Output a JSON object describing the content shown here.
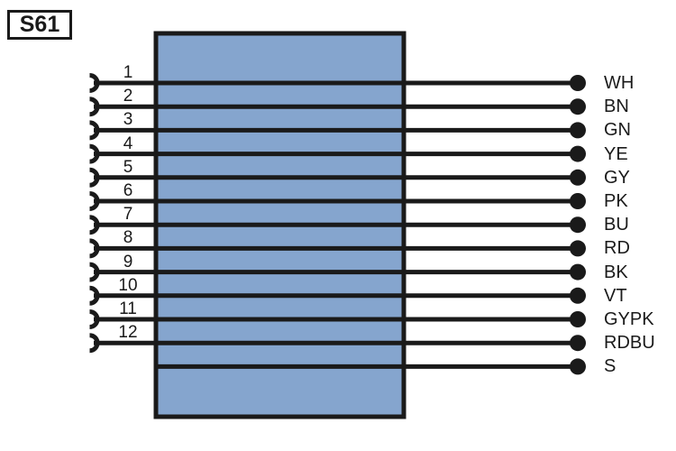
{
  "diagram": {
    "type": "connector-pinout",
    "designator": {
      "label": "S61"
    },
    "connector_body": {
      "fill_color": "#85a5ce",
      "stroke_color": "#1a1a1a"
    },
    "colors": {
      "body_fill": "#85a5ce",
      "line": "#1a1a1a",
      "background": "#ffffff"
    },
    "pins": [
      {
        "number": "1",
        "wire": "WH"
      },
      {
        "number": "2",
        "wire": "BN"
      },
      {
        "number": "3",
        "wire": "GN"
      },
      {
        "number": "4",
        "wire": "YE"
      },
      {
        "number": "5",
        "wire": "GY"
      },
      {
        "number": "6",
        "wire": "PK"
      },
      {
        "number": "7",
        "wire": "BU"
      },
      {
        "number": "8",
        "wire": "RD"
      },
      {
        "number": "9",
        "wire": "BK"
      },
      {
        "number": "10",
        "wire": "VT"
      },
      {
        "number": "11",
        "wire": "GYPK"
      },
      {
        "number": "12",
        "wire": "RDBU"
      },
      {
        "number": "",
        "wire": "S"
      }
    ]
  }
}
